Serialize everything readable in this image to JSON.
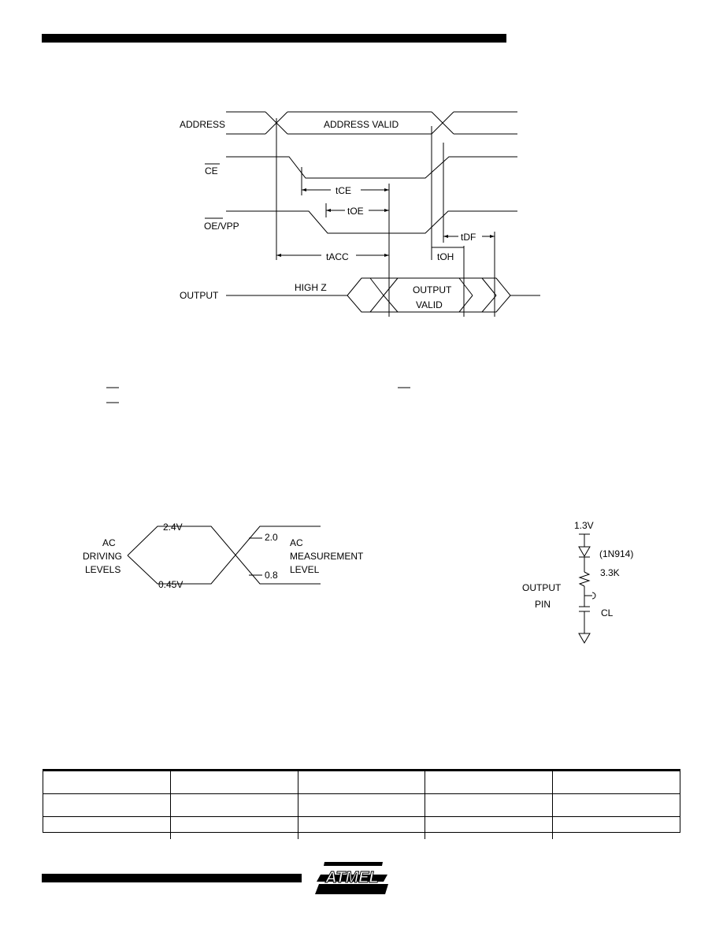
{
  "timing_diagram": {
    "signals": {
      "address": "ADDRESS",
      "ce": "CE",
      "oe": "OE/VPP",
      "output": "OUTPUT"
    },
    "labels": {
      "address_valid": "ADDRESS VALID",
      "high_z": "HIGH  Z",
      "output_valid_1": "OUTPUT",
      "output_valid_2": "VALID"
    },
    "params": {
      "tce": "tCE",
      "toe": "tOE",
      "tacc": "tACC",
      "toh": "tOH",
      "tdf": "tDF"
    }
  },
  "ac_levels": {
    "driving_1": "AC",
    "driving_2": "DRIVING",
    "driving_3": "LEVELS",
    "v_high": "2.4V",
    "v_low": "0.45V",
    "m_high": "2.0",
    "m_low": "0.8",
    "meas_1": "AC",
    "meas_2": "MEASUREMENT",
    "meas_3": "LEVEL"
  },
  "load_circuit": {
    "supply": "1.3V",
    "diode": "(1N914)",
    "resistor": "3.3K",
    "pin_1": "OUTPUT",
    "pin_2": "PIN",
    "capacitor": "CL"
  },
  "table": {
    "rows": 3,
    "cols": 5
  },
  "logo": {
    "text": "ATMEL"
  }
}
